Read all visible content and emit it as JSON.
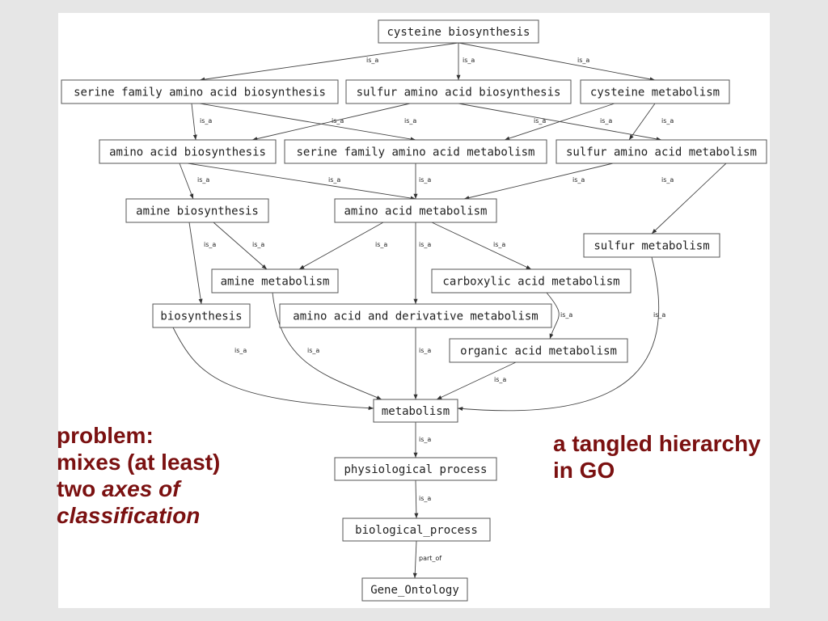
{
  "caption_left": {
    "line1": "problem:",
    "line2": "mixes (at least)",
    "line3_plain": "two ",
    "line3_italic": "axes of",
    "line4_italic": "classification"
  },
  "caption_right": {
    "line1": "a tangled hierarchy",
    "line2": "in GO"
  },
  "colors": {
    "caption": "#7b1111",
    "slide_background": "#e6e6e6",
    "panel_background": "#ffffff"
  },
  "diagram": {
    "nodes": [
      {
        "id": "cysteine_biosynthesis",
        "label": "cysteine biosynthesis"
      },
      {
        "id": "serine_family_biosyn",
        "label": "serine family amino acid biosynthesis"
      },
      {
        "id": "sulfur_aa_biosyn",
        "label": "sulfur amino acid biosynthesis"
      },
      {
        "id": "cysteine_metabolism",
        "label": "cysteine metabolism"
      },
      {
        "id": "aa_biosyn",
        "label": "amino acid biosynthesis"
      },
      {
        "id": "serine_family_metab",
        "label": "serine family amino acid metabolism"
      },
      {
        "id": "sulfur_aa_metab",
        "label": "sulfur amino acid metabolism"
      },
      {
        "id": "amine_biosyn",
        "label": "amine biosynthesis"
      },
      {
        "id": "aa_metab",
        "label": "amino acid metabolism"
      },
      {
        "id": "sulfur_metab",
        "label": "sulfur metabolism"
      },
      {
        "id": "amine_metab",
        "label": "amine metabolism"
      },
      {
        "id": "carboxylic_metab",
        "label": "carboxylic acid metabolism"
      },
      {
        "id": "biosynthesis",
        "label": "biosynthesis"
      },
      {
        "id": "aa_deriv_metab",
        "label": "amino acid and derivative metabolism"
      },
      {
        "id": "organic_acid_metab",
        "label": "organic acid metabolism"
      },
      {
        "id": "metabolism",
        "label": "metabolism"
      },
      {
        "id": "physiological_process",
        "label": "physiological process"
      },
      {
        "id": "biological_process",
        "label": "biological_process"
      },
      {
        "id": "gene_ontology",
        "label": "Gene_Ontology"
      }
    ],
    "edges": [
      {
        "from": "cysteine_biosynthesis",
        "to": "serine_family_biosyn",
        "label": "is_a"
      },
      {
        "from": "cysteine_biosynthesis",
        "to": "sulfur_aa_biosyn",
        "label": "is_a"
      },
      {
        "from": "cysteine_biosynthesis",
        "to": "cysteine_metabolism",
        "label": "is_a"
      },
      {
        "from": "serine_family_biosyn",
        "to": "aa_biosyn",
        "label": "is_a"
      },
      {
        "from": "serine_family_biosyn",
        "to": "serine_family_metab",
        "label": "is_a"
      },
      {
        "from": "sulfur_aa_biosyn",
        "to": "aa_biosyn",
        "label": "is_a"
      },
      {
        "from": "sulfur_aa_biosyn",
        "to": "sulfur_aa_metab",
        "label": "is_a"
      },
      {
        "from": "cysteine_metabolism",
        "to": "serine_family_metab",
        "label": "is_a"
      },
      {
        "from": "cysteine_metabolism",
        "to": "sulfur_aa_metab",
        "label": "is_a"
      },
      {
        "from": "aa_biosyn",
        "to": "amine_biosyn",
        "label": "is_a"
      },
      {
        "from": "aa_biosyn",
        "to": "aa_metab",
        "label": "is_a"
      },
      {
        "from": "serine_family_metab",
        "to": "aa_metab",
        "label": "is_a"
      },
      {
        "from": "sulfur_aa_metab",
        "to": "aa_metab",
        "label": "is_a"
      },
      {
        "from": "sulfur_aa_metab",
        "to": "sulfur_metab",
        "label": "is_a"
      },
      {
        "from": "amine_biosyn",
        "to": "biosynthesis",
        "label": "is_a"
      },
      {
        "from": "amine_biosyn",
        "to": "amine_metab",
        "label": "is_a"
      },
      {
        "from": "aa_metab",
        "to": "amine_metab",
        "label": "is_a"
      },
      {
        "from": "aa_metab",
        "to": "aa_deriv_metab",
        "label": "is_a"
      },
      {
        "from": "aa_metab",
        "to": "carboxylic_metab",
        "label": "is_a"
      },
      {
        "from": "carboxylic_metab",
        "to": "organic_acid_metab",
        "label": "is_a"
      },
      {
        "from": "biosynthesis",
        "to": "metabolism",
        "label": "is_a"
      },
      {
        "from": "amine_metab",
        "to": "metabolism",
        "label": "is_a"
      },
      {
        "from": "aa_deriv_metab",
        "to": "metabolism",
        "label": "is_a"
      },
      {
        "from": "organic_acid_metab",
        "to": "metabolism",
        "label": "is_a"
      },
      {
        "from": "sulfur_metab",
        "to": "metabolism",
        "label": "is_a"
      },
      {
        "from": "metabolism",
        "to": "physiological_process",
        "label": "is_a"
      },
      {
        "from": "physiological_process",
        "to": "biological_process",
        "label": "is_a"
      },
      {
        "from": "biological_process",
        "to": "gene_ontology",
        "label": "part_of"
      }
    ]
  }
}
